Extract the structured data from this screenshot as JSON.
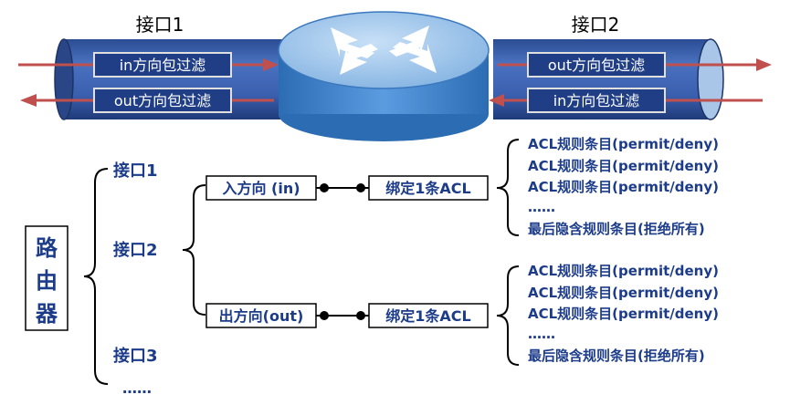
{
  "colors": {
    "pipe_blue": "#3a5fae",
    "pipe_dark": "#1c3366",
    "label_text": "#1c3c8a",
    "banner_border": "#e0e0e0",
    "arrow_red": "#c0504d",
    "router_blue": "#4f8fd0",
    "router_top": "#9fc6ea",
    "black": "#000000"
  },
  "top": {
    "interface1": "接口1",
    "interface2": "接口2",
    "if1_in": "in方向包过滤",
    "if1_out": "out方向包过滤",
    "if2_out": "out方向包过滤",
    "if2_in": "in方向包过滤"
  },
  "tree": {
    "router": [
      "路",
      "由",
      "器"
    ],
    "interfaces": [
      "接口1",
      "接口2",
      "接口3",
      "……"
    ],
    "dir_in": "入方向 (in)",
    "dir_out": "出方向(out)",
    "bind": "绑定1条ACL",
    "rules_in": [
      "ACL规则条目(permit/deny)",
      "ACL规则条目(permit/deny)",
      "ACL规则条目(permit/deny)",
      "……",
      "最后隐含规则条目(拒绝所有)"
    ],
    "rules_out": [
      "ACL规则条目(permit/deny)",
      "ACL规则条目(permit/deny)",
      "ACL规则条目(permit/deny)",
      "……",
      "最后隐含规则条目(拒绝所有)"
    ]
  }
}
